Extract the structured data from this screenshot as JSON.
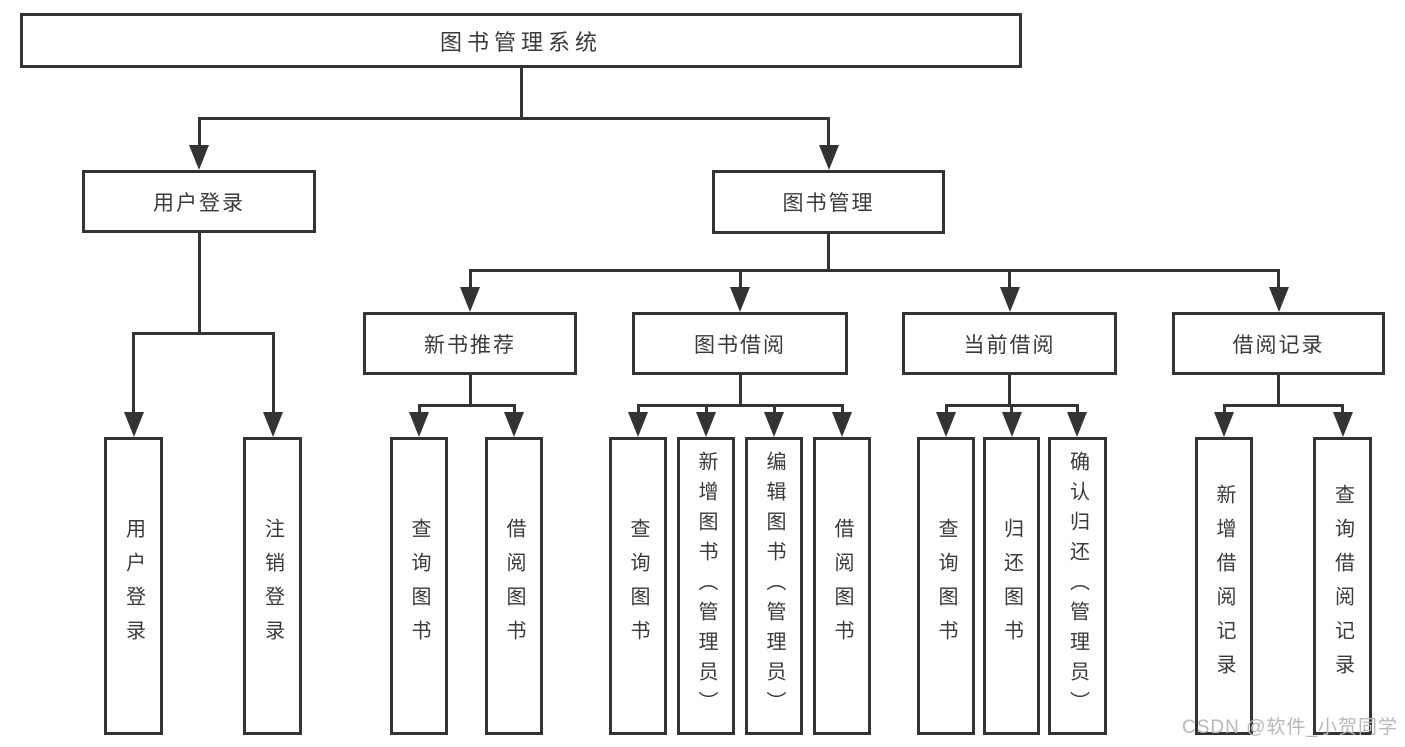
{
  "diagram": {
    "root": {
      "label": "图书管理系统"
    },
    "level2": [
      {
        "label": "用户登录",
        "leaves": [
          "用户登录",
          "注销登录"
        ]
      },
      {
        "label": "图书管理",
        "groups": [
          {
            "label": "新书推荐",
            "leaves": [
              "查询图书",
              "借阅图书"
            ]
          },
          {
            "label": "图书借阅",
            "leaves": [
              "查询图书",
              "新增图书（管理员）",
              "编辑图书（管理员）",
              "借阅图书"
            ]
          },
          {
            "label": "当前借阅",
            "leaves": [
              "查询图书",
              "归还图书",
              "确认归还（管理员）"
            ]
          },
          {
            "label": "借阅记录",
            "leaves": [
              "新增借阅记录",
              "查询借阅记录"
            ]
          }
        ]
      }
    ]
  },
  "watermark": {
    "text": "CSDN @软件_小贺同学"
  },
  "colors": {
    "line": "#333333",
    "text": "#3a3a3a",
    "watermark": "#b8b8b8",
    "background": "#ffffff"
  }
}
